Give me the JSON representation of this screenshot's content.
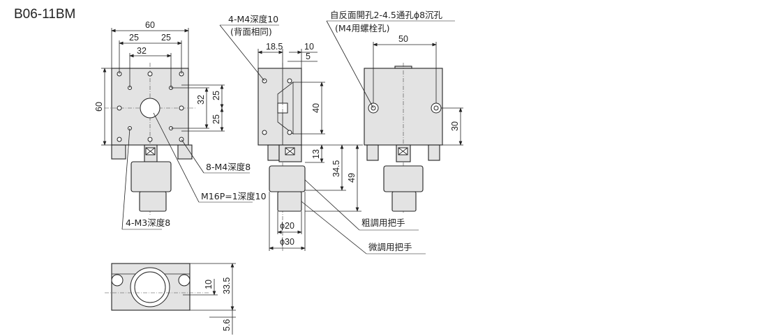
{
  "title": "B06-11BM",
  "front_view": {
    "width": "60",
    "pitch_a": "25",
    "pitch_b": "25",
    "pitch_c": "32",
    "height": "60",
    "right_a": "25",
    "right_b": "25",
    "right_c": "32"
  },
  "side_view": {
    "d1": "18.5",
    "d2": "10",
    "d3": "5",
    "d4": "40",
    "d5": "13",
    "d6": "34.5",
    "d7": "49",
    "dia1": "ϕ20",
    "dia2": "ϕ30"
  },
  "back_view": {
    "width": "50",
    "height": "30"
  },
  "bottom_view": {
    "d1": "10",
    "d2": "33.5",
    "d3": "5.6"
  },
  "callouts": {
    "m4_depth10": "4-M4深度10",
    "same_back": "(背面相同)",
    "counterbore": "自反面開孔2-4.5通孔ϕ8沉孔",
    "m4_bolt": "(M4用螺栓孔)",
    "m4_depth8": "8-M4深度8",
    "m16": "M16P=1深度10",
    "m3_depth8": "4-M3深度8",
    "coarse": "粗調用把手",
    "fine": "微調用把手"
  }
}
